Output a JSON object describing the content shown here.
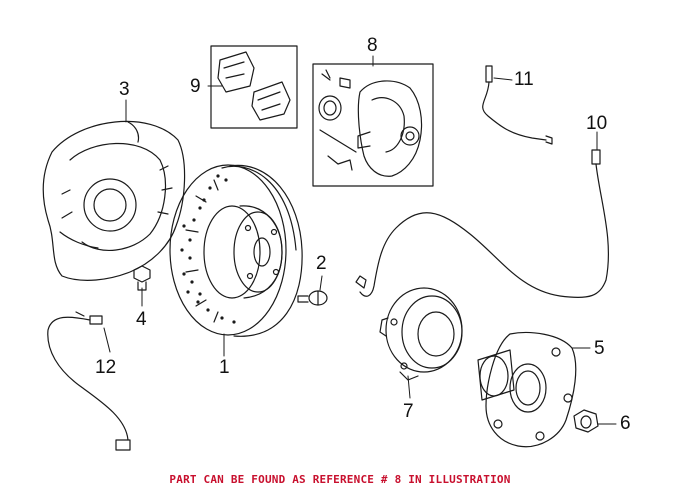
{
  "callouts": {
    "c1": "1",
    "c2": "2",
    "c3": "3",
    "c4": "4",
    "c5": "5",
    "c6": "6",
    "c7": "7",
    "c8": "8",
    "c9": "9",
    "c10": "10",
    "c11": "11",
    "c12": "12"
  },
  "caption": "PART CAN BE FOUND AS REFERENCE # 8 IN ILLUSTRATION",
  "colors": {
    "caption": "#c8102e",
    "line_art": "#1a1a1a"
  }
}
